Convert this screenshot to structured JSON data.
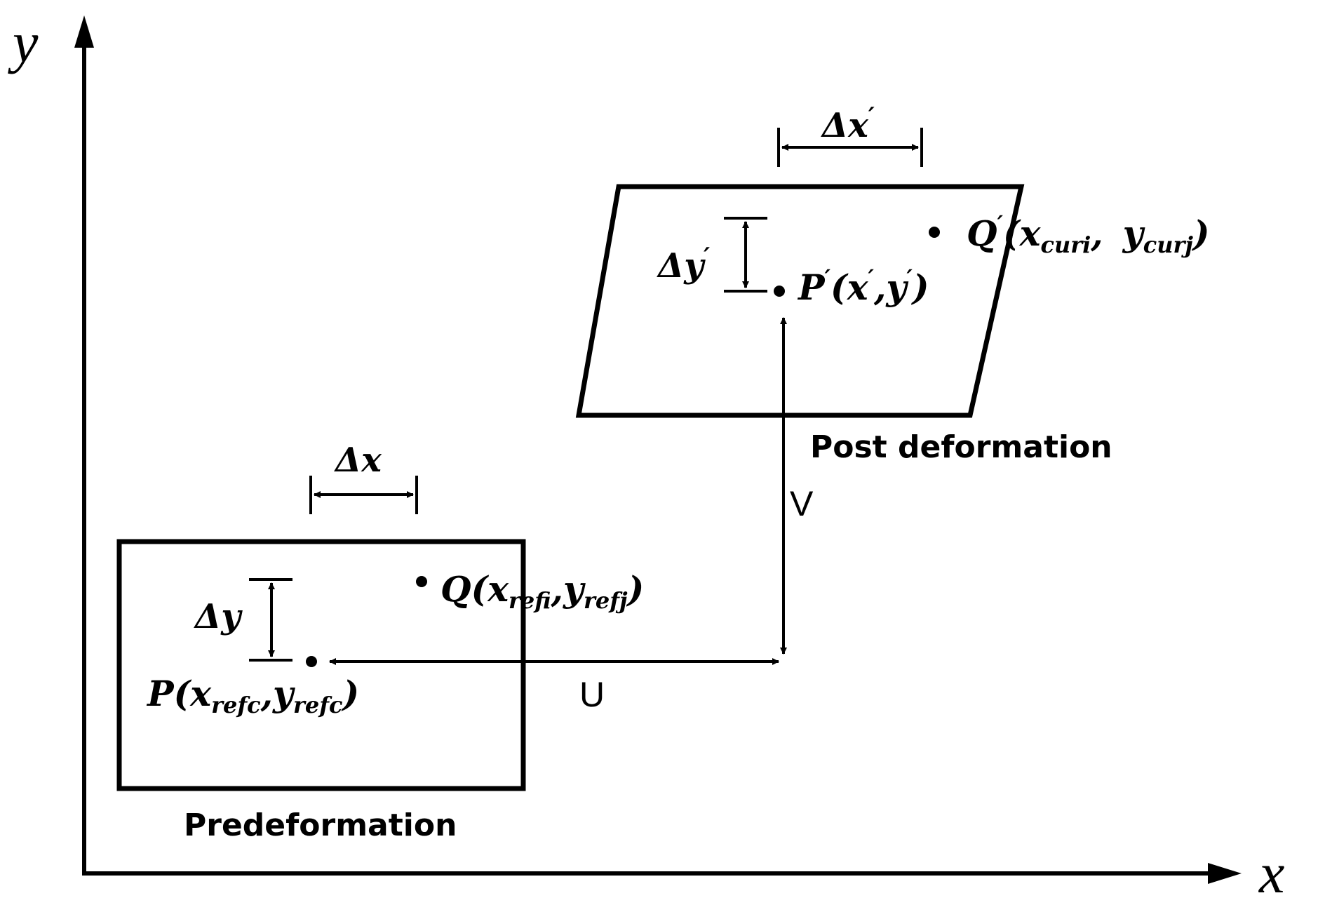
{
  "axes": {
    "x_label": "x",
    "y_label": "y"
  },
  "predeformation": {
    "caption": "Predeformation",
    "delta_x": "Δx",
    "delta_y": "Δy",
    "point_p": {
      "letter": "P",
      "open": "(",
      "x": "x",
      "x_sub": "refc",
      "sep": ",",
      "y": "y",
      "y_sub": "refc",
      "close": ")"
    },
    "point_q": {
      "letter": "Q",
      "open": "(",
      "x": "x",
      "x_sub": "refi",
      "sep": ",",
      "y": "y",
      "y_sub": "refj",
      "close": ")"
    }
  },
  "postdeformation": {
    "caption": "Post deformation",
    "delta_x": "Δx",
    "delta_x_prime": "′",
    "delta_y": "Δy",
    "delta_y_prime": "′",
    "point_p": {
      "letter": "P",
      "prime": "′",
      "open": "(",
      "x": "x",
      "x_prime": "′",
      "sep": ",",
      "y": "y",
      "y_prime": "′",
      "close": ")"
    },
    "point_q": {
      "letter": "Q",
      "prime": "′",
      "open": "(",
      "x": "x",
      "x_sub": "curi",
      "sep": ",",
      "y": "y",
      "y_sub": "curj",
      "close": ")"
    }
  },
  "displacement": {
    "u_label": "U",
    "v_label": "V"
  }
}
